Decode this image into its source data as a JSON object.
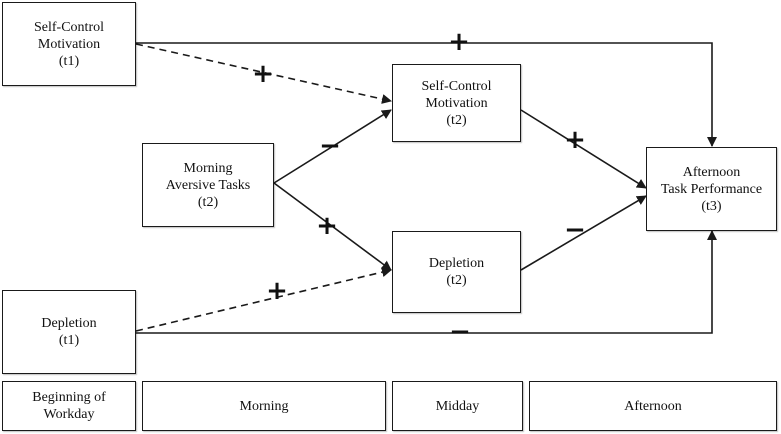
{
  "boxes": {
    "scm_t1": "Self-Control\nMotivation\n(t1)",
    "depletion_t1": "Depletion\n(t1)",
    "morning_tasks": "Morning\nAversive Tasks\n(t2)",
    "scm_t2": "Self-Control\nMotivation\n(t2)",
    "depletion_t2": "Depletion\n(t2)",
    "afternoon_perf": "Afternoon\nTask Performance\n(t3)"
  },
  "signs": {
    "scm_t1_to_perf": "+",
    "scm_t1_to_scm_t2": "+",
    "tasks_to_scm_t2": "−",
    "tasks_to_depletion_t2": "+",
    "depletion_t1_to_depletion_t2": "+",
    "scm_t2_to_perf": "+",
    "depletion_t2_to_perf": "−",
    "depletion_t1_to_perf": "−"
  },
  "timeline": {
    "start": "Beginning of\nWorkday",
    "morning": "Morning",
    "midday": "Midday",
    "afternoon": "Afternoon"
  },
  "colors": {
    "line": "#1a1a1a",
    "background": "#ffffff"
  }
}
